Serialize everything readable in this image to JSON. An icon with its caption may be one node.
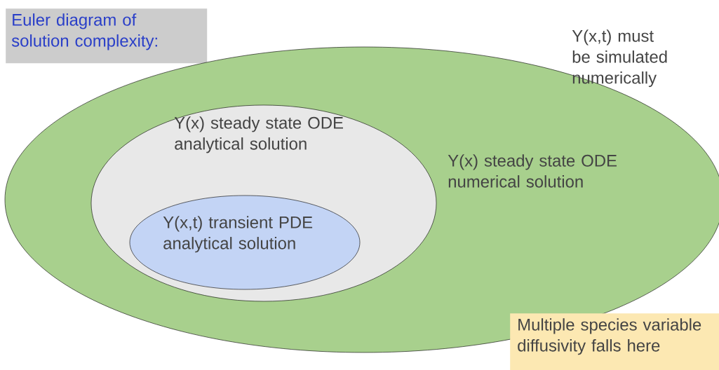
{
  "diagram": {
    "nodes": [
      {
        "text": [
          "Euler diagram of solution complexity:"
        ]
      },
      {
        "text": [
          "Y(x) steady state ODE numerical solution"
        ]
      },
      {
        "text": [
          "Y(x) steady state ODE analytical solution"
        ],
        "in": 1
      },
      {
        "text": [
          "Y(x,t) transient PDE analytical solution"
        ],
        "in": 2
      },
      {
        "text": [
          "Multiple species variable diffusivity falls here"
        ]
      }
    ],
    "labels": [
      "Y(x,t) must be simulated numerically"
    ]
  }
}
